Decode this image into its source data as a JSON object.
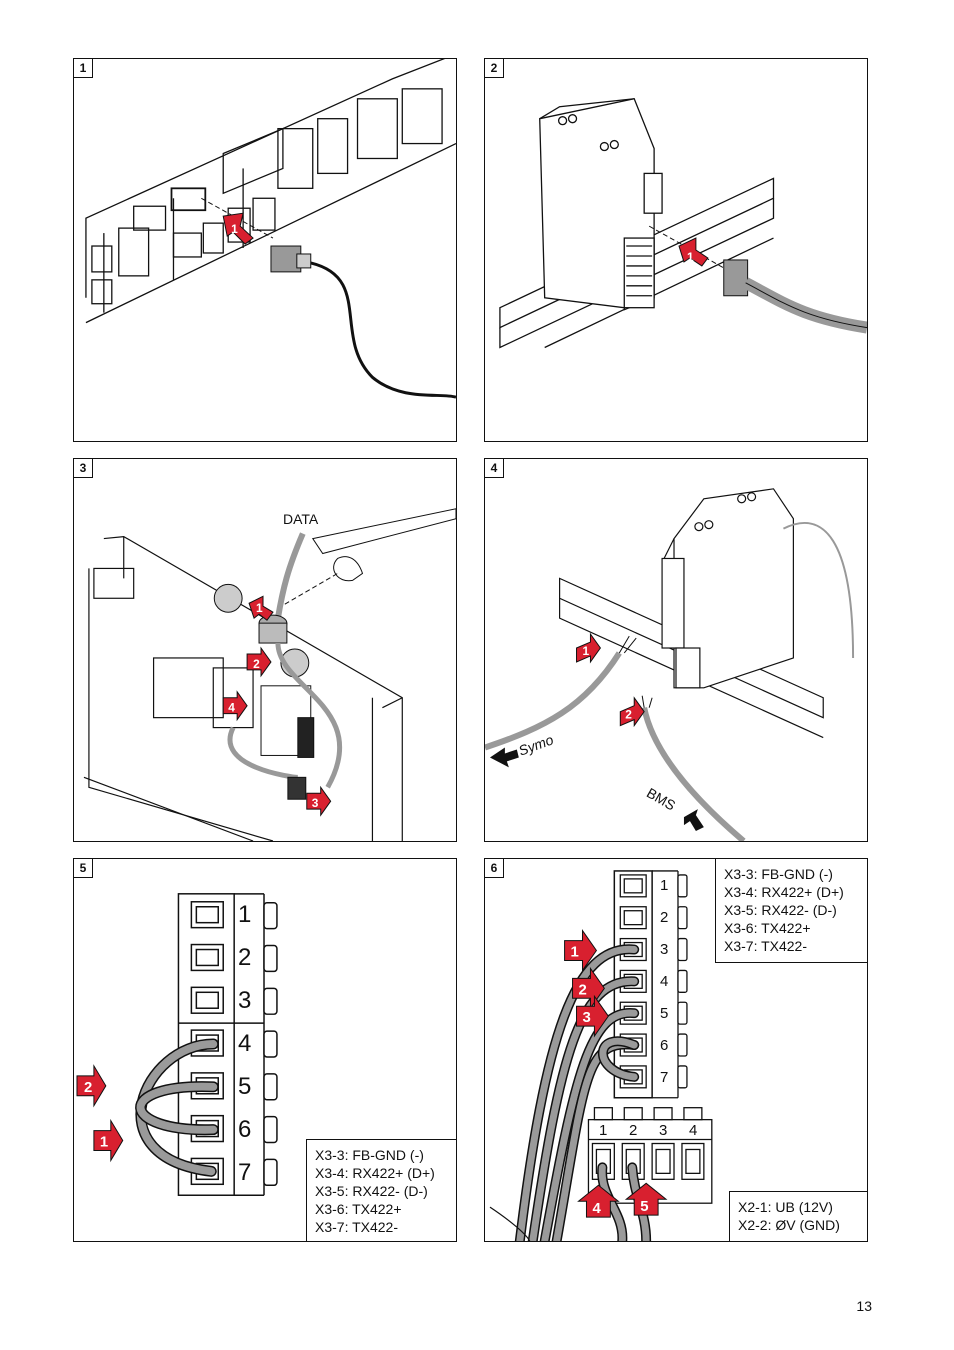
{
  "panels": [
    {
      "number": "1"
    },
    {
      "number": "2"
    },
    {
      "number": "3",
      "data_label": "DATA"
    },
    {
      "number": "4",
      "symo_label": "Symo",
      "bms_label": "BMS"
    },
    {
      "number": "5"
    },
    {
      "number": "6"
    }
  ],
  "step_numbers": [
    "1",
    "2",
    "3",
    "4",
    "5"
  ],
  "terminal_x3": {
    "pins": [
      "1",
      "2",
      "3",
      "4",
      "5",
      "6",
      "7"
    ]
  },
  "terminal_x2": {
    "pins": [
      "1",
      "2",
      "3",
      "4"
    ]
  },
  "legend_x3": [
    "X3-3: FB-GND (-)",
    "X3-4: RX422+ (D+)",
    "X3-5: RX422- (D-)",
    "X3-6: TX422+",
    "X3-7: TX422-"
  ],
  "legend_x2": [
    "X2-1: UB (12V)",
    "X2-2: ØV (GND)"
  ],
  "page_number": "13",
  "colors": {
    "arrow": "#d8202f",
    "cable": "#9a9a9a",
    "line": "#111111"
  }
}
